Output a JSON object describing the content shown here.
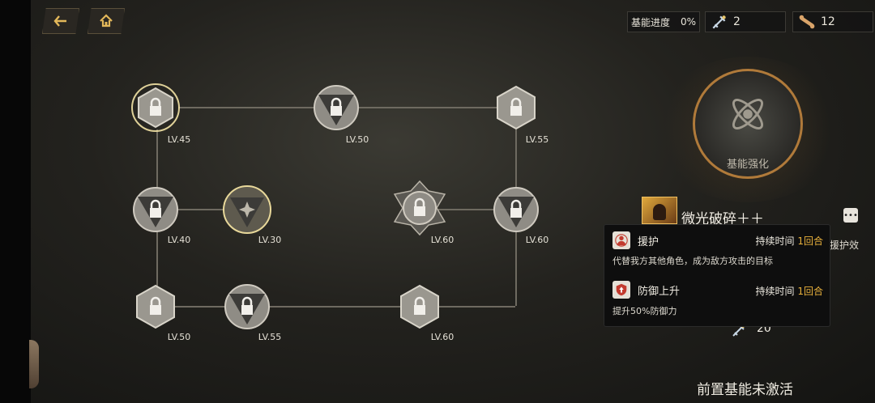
{
  "nav": {
    "back_icon": "back-arrow-icon",
    "home_icon": "home-icon"
  },
  "resources": {
    "progress_label": "基能进度",
    "progress_value": "0%",
    "item1_count": "2",
    "item2_count": "12"
  },
  "tree_nodes": [
    {
      "id": "n1",
      "level": "LV.45",
      "state": "unlockable"
    },
    {
      "id": "n2",
      "level": "LV.50",
      "state": "locked"
    },
    {
      "id": "n3",
      "level": "LV.55",
      "state": "locked"
    },
    {
      "id": "n4",
      "level": "LV.40",
      "state": "locked"
    },
    {
      "id": "n5",
      "level": "LV.30",
      "state": "unlocked"
    },
    {
      "id": "n6",
      "level": "LV.60",
      "state": "locked"
    },
    {
      "id": "n7",
      "level": "LV.60",
      "state": "locked"
    },
    {
      "id": "n8",
      "level": "LV.50",
      "state": "locked"
    },
    {
      "id": "n9",
      "level": "LV.55",
      "state": "locked"
    },
    {
      "id": "n10",
      "level": "LV.60",
      "state": "locked"
    }
  ],
  "side_panel": {
    "emblem_label": "基能强化",
    "skill_name": "微光破碎＋＋",
    "partial_desc": "援护效",
    "cost_value": "20",
    "status_text": "前置基能未激活"
  },
  "tooltip": {
    "effects": [
      {
        "name": "援护",
        "duration_label": "持续时间",
        "duration_value": "1回合",
        "desc": "代替我方其他角色，成为敌方攻击的目标"
      },
      {
        "name": "防御上升",
        "duration_label": "持续时间",
        "duration_value": "1回合",
        "desc": "提升50%防御力"
      }
    ]
  },
  "colors": {
    "accent": "#e9b13c",
    "glow": "#d9c88a"
  }
}
